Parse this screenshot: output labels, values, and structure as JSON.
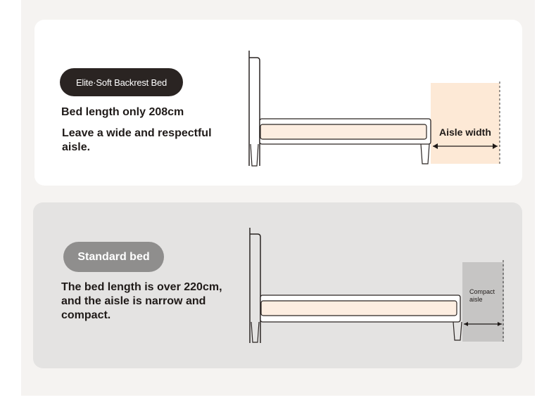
{
  "elite": {
    "badge": "Elite·Soft Backrest Bed",
    "line1": "Bed length only 208cm",
    "line2": "Leave a wide and respectful aisle.",
    "aisle_label": "Aisle width"
  },
  "standard": {
    "badge": "Standard bed",
    "description": "The bed length is over 220cm, and the aisle is narrow and compact.",
    "aisle_label": "Compact aisle"
  },
  "colors": {
    "page_bg": "#f5f3f1",
    "top_card": "#ffffff",
    "bottom_card": "#e4e3e2",
    "badge_dark": "#2a2422",
    "badge_grey": "#8f8e8d",
    "mattress": "#fdeee1",
    "aisle_wide": "#fde9d6",
    "aisle_compact": "#c6c5c4"
  }
}
